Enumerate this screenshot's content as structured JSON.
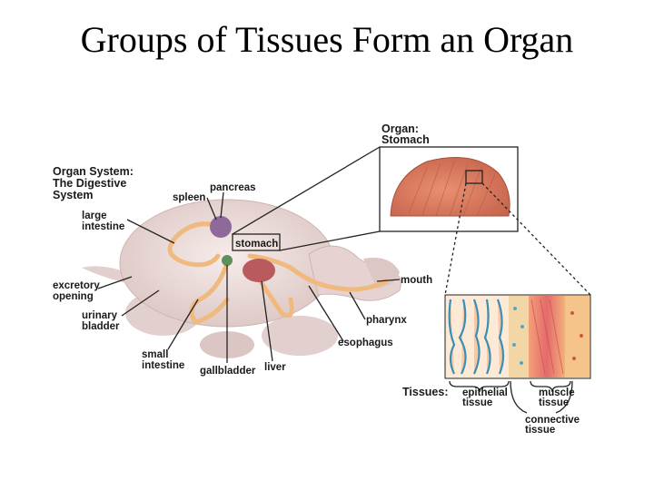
{
  "title": "Groups of Tissues Form an Organ",
  "organ_system": {
    "line1": "Organ System:",
    "line2": "The Digestive",
    "line3": "System"
  },
  "organ": {
    "line1": "Organ:",
    "line2": "Stomach"
  },
  "labels": {
    "pancreas": "pancreas",
    "spleen": "spleen",
    "large_intestine_1": "large",
    "large_intestine_2": "intestine",
    "stomach": "stomach",
    "excretory_1": "excretory",
    "excretory_2": "opening",
    "urinary_1": "urinary",
    "urinary_2": "bladder",
    "small_intestine_1": "small",
    "small_intestine_2": "intestine",
    "gallbladder": "gallbladder",
    "liver": "liver",
    "mouth": "mouth",
    "pharynx": "pharynx",
    "esophagus": "esophagus"
  },
  "tissues": {
    "heading": "Tissues:",
    "epithelial_1": "epithelial",
    "epithelial_2": "tissue",
    "muscle_1": "muscle",
    "muscle_2": "tissue",
    "connective_1": "connective",
    "connective_2": "tissue"
  },
  "colors": {
    "shell": "#e8d8d6",
    "gut": "#f0b97e",
    "spleen": "#8e6a9a",
    "liver": "#b85a5e",
    "gallbladder": "#5f8f5a",
    "stomach_inset": "#d9775e",
    "muscle": "#e9817a"
  }
}
